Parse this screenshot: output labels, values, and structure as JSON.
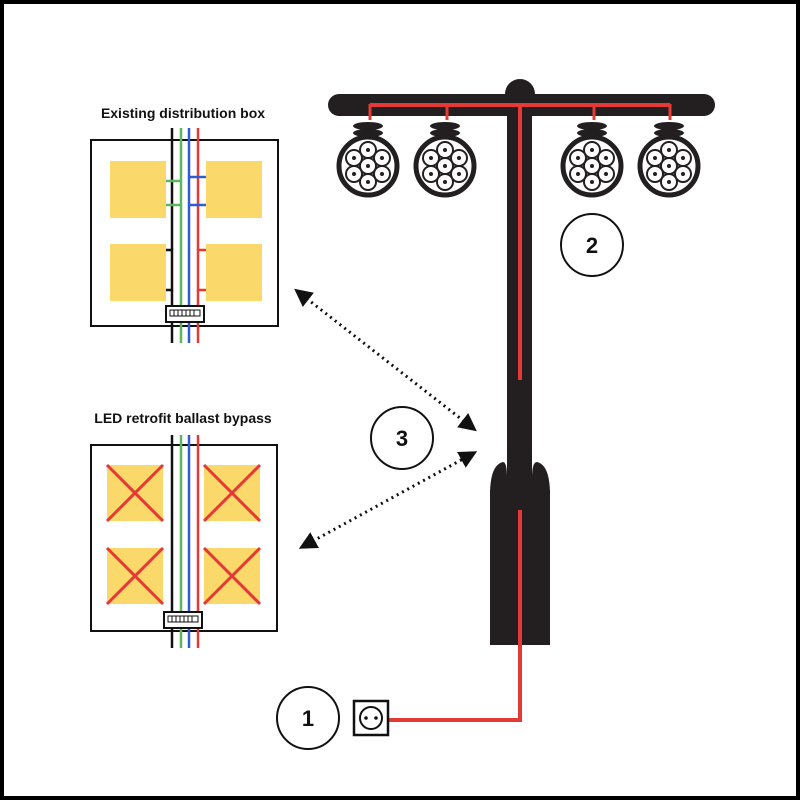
{
  "diagram": {
    "labels": {
      "existing_box": "Existing distribution box",
      "led_bypass": "LED retrofit ballast bypass"
    },
    "steps": [
      "1",
      "2",
      "3"
    ],
    "colors": {
      "frame": "#000000",
      "pole": "#231f20",
      "live_wire": "#e53935",
      "neutral_wire": "#2f5bd3",
      "earth_wire": "#5cb85c",
      "ballast": "#fbd86a",
      "bypass_cross": "#e53935"
    },
    "icons": [
      "power-socket-icon",
      "led-lamp-icon",
      "terminal-block-icon"
    ]
  }
}
